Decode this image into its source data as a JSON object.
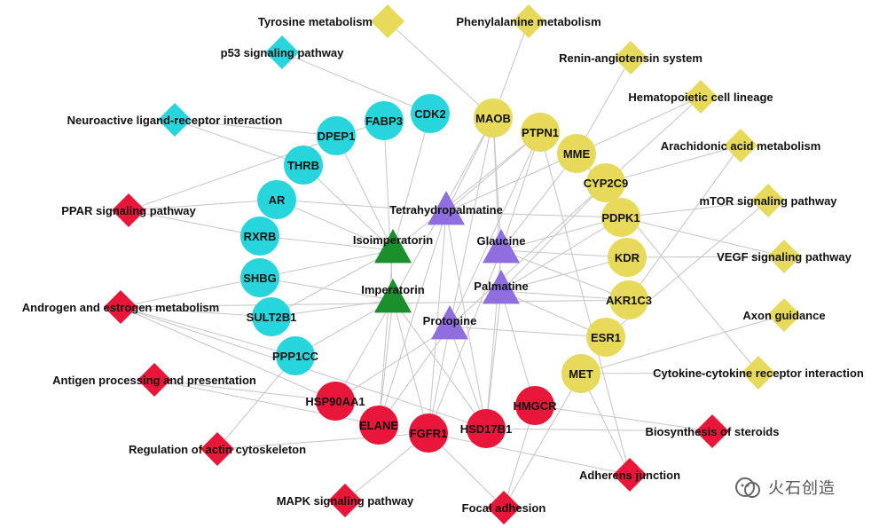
{
  "colors": {
    "compound_green": "#1b8f2b",
    "compound_purple": "#8f6fe0",
    "target_cyan": "#27d6dc",
    "target_yellow": "#e7d95a",
    "target_red": "#e8173a",
    "pathway_cyan": "#27d6dc",
    "pathway_yellow": "#e8d95e",
    "pathway_red": "#e8173a",
    "edge": "#c9c9c9"
  },
  "compounds": [
    {
      "id": "isoimperatorin",
      "label": "Isoimperatorin",
      "color": "green"
    },
    {
      "id": "imperatorin",
      "label": "Imperatorin",
      "color": "green"
    },
    {
      "id": "tetrahydropalmatine",
      "label": "Tetrahydropalmatine",
      "color": "purple"
    },
    {
      "id": "glaucine",
      "label": "Glaucine",
      "color": "purple"
    },
    {
      "id": "palmatine",
      "label": "Palmatine",
      "color": "purple"
    },
    {
      "id": "protopine",
      "label": "Protopine",
      "color": "purple"
    }
  ],
  "targets": [
    {
      "id": "CDK2",
      "label": "CDK2",
      "color": "cyan"
    },
    {
      "id": "FABP3",
      "label": "FABP3",
      "color": "cyan"
    },
    {
      "id": "DPEP1",
      "label": "DPEP1",
      "color": "cyan"
    },
    {
      "id": "THRB",
      "label": "THRB",
      "color": "cyan"
    },
    {
      "id": "AR",
      "label": "AR",
      "color": "cyan"
    },
    {
      "id": "RXRB",
      "label": "RXRB",
      "color": "cyan"
    },
    {
      "id": "SHBG",
      "label": "SHBG",
      "color": "cyan"
    },
    {
      "id": "SULT2B1",
      "label": "SULT2B1",
      "color": "cyan"
    },
    {
      "id": "PPP1CC",
      "label": "PPP1CC",
      "color": "cyan"
    },
    {
      "id": "MAOB",
      "label": "MAOB",
      "color": "yellow"
    },
    {
      "id": "PTPN1",
      "label": "PTPN1",
      "color": "yellow"
    },
    {
      "id": "MME",
      "label": "MME",
      "color": "yellow"
    },
    {
      "id": "CYP2C9",
      "label": "CYP2C9",
      "color": "yellow"
    },
    {
      "id": "PDPK1",
      "label": "PDPK1",
      "color": "yellow"
    },
    {
      "id": "KDR",
      "label": "KDR",
      "color": "yellow"
    },
    {
      "id": "AKR1C3",
      "label": "AKR1C3",
      "color": "yellow"
    },
    {
      "id": "ESR1",
      "label": "ESR1",
      "color": "yellow"
    },
    {
      "id": "MET",
      "label": "MET",
      "color": "yellow"
    },
    {
      "id": "HSP90AA1",
      "label": "HSP90AA1",
      "color": "red"
    },
    {
      "id": "ELANE",
      "label": "ELANE",
      "color": "red"
    },
    {
      "id": "FGFR1",
      "label": "FGFR1",
      "color": "red"
    },
    {
      "id": "HSD17B1",
      "label": "HSD17B1",
      "color": "red"
    },
    {
      "id": "HMGCR",
      "label": "HMGCR",
      "color": "red"
    }
  ],
  "pathways": [
    {
      "id": "p_tyrosine",
      "label": "Tyrosine metabolism",
      "color": "yellow"
    },
    {
      "id": "p_phenylalanine",
      "label": "Phenylalanine metabolism",
      "color": "yellow"
    },
    {
      "id": "p_renin",
      "label": "Renin-angiotensin system",
      "color": "yellow"
    },
    {
      "id": "p_hematopoietic",
      "label": "Hematopoietic cell lineage",
      "color": "yellow"
    },
    {
      "id": "p_arachidonic",
      "label": "Arachidonic acid metabolism",
      "color": "yellow"
    },
    {
      "id": "p_mtor",
      "label": "mTOR signaling pathway",
      "color": "yellow"
    },
    {
      "id": "p_vegf",
      "label": "VEGF signaling pathway",
      "color": "yellow"
    },
    {
      "id": "p_axon",
      "label": "Axon guidance",
      "color": "yellow"
    },
    {
      "id": "p_cytokine",
      "label": "Cytokine-cytokine receptor interaction",
      "color": "yellow"
    },
    {
      "id": "p_p53",
      "label": "p53 signaling pathway",
      "color": "cyan"
    },
    {
      "id": "p_neuro",
      "label": "Neuroactive ligand-receptor interaction",
      "color": "cyan"
    },
    {
      "id": "p_ppar",
      "label": "PPAR signaling pathway",
      "color": "red"
    },
    {
      "id": "p_androgen",
      "label": "Androgen and estrogen metabolism",
      "color": "red"
    },
    {
      "id": "p_antigen",
      "label": "Antigen processing and presentation",
      "color": "red"
    },
    {
      "id": "p_actin",
      "label": "Regulation of actin cytoskeleton",
      "color": "red"
    },
    {
      "id": "p_mapk",
      "label": "MAPK signaling pathway",
      "color": "red"
    },
    {
      "id": "p_focal",
      "label": "Focal adhesion",
      "color": "red"
    },
    {
      "id": "p_adherens",
      "label": "Adherens junction",
      "color": "red"
    },
    {
      "id": "p_steroids",
      "label": "Biosynthesis of steroids",
      "color": "red"
    }
  ],
  "edges": [
    [
      "isoimperatorin",
      "THRB"
    ],
    [
      "isoimperatorin",
      "AR"
    ],
    [
      "isoimperatorin",
      "RXRB"
    ],
    [
      "isoimperatorin",
      "SHBG"
    ],
    [
      "isoimperatorin",
      "DPEP1"
    ],
    [
      "isoimperatorin",
      "CDK2"
    ],
    [
      "isoimperatorin",
      "SULT2B1"
    ],
    [
      "isoimperatorin",
      "ELANE"
    ],
    [
      "isoimperatorin",
      "PTPN1"
    ],
    [
      "imperatorin",
      "SULT2B1"
    ],
    [
      "imperatorin",
      "SHBG"
    ],
    [
      "imperatorin",
      "PPP1CC"
    ],
    [
      "imperatorin",
      "HSP90AA1"
    ],
    [
      "imperatorin",
      "ELANE"
    ],
    [
      "imperatorin",
      "FGFR1"
    ],
    [
      "imperatorin",
      "FABP3"
    ],
    [
      "imperatorin",
      "MAOB"
    ],
    [
      "imperatorin",
      "HSD17B1"
    ],
    [
      "tetrahydropalmatine",
      "MAOB"
    ],
    [
      "tetrahydropalmatine",
      "PTPN1"
    ],
    [
      "tetrahydropalmatine",
      "AR"
    ],
    [
      "tetrahydropalmatine",
      "PDPK1"
    ],
    [
      "tetrahydropalmatine",
      "FGFR1"
    ],
    [
      "tetrahydropalmatine",
      "HSD17B1"
    ],
    [
      "tetrahydropalmatine",
      "MME"
    ],
    [
      "tetrahydropalmatine",
      "ELANE"
    ],
    [
      "glaucine",
      "MAOB"
    ],
    [
      "glaucine",
      "PDPK1"
    ],
    [
      "glaucine",
      "KDR"
    ],
    [
      "glaucine",
      "AKR1C3"
    ],
    [
      "glaucine",
      "MME"
    ],
    [
      "glaucine",
      "HSD17B1"
    ],
    [
      "glaucine",
      "FGFR1"
    ],
    [
      "glaucine",
      "PTPN1"
    ],
    [
      "palmatine",
      "PDPK1"
    ],
    [
      "palmatine",
      "KDR"
    ],
    [
      "palmatine",
      "AKR1C3"
    ],
    [
      "palmatine",
      "CYP2C9"
    ],
    [
      "palmatine",
      "HSD17B1"
    ],
    [
      "palmatine",
      "HMGCR"
    ],
    [
      "palmatine",
      "MAOB"
    ],
    [
      "palmatine",
      "ESR1"
    ],
    [
      "protopine",
      "MAOB"
    ],
    [
      "protopine",
      "ESR1"
    ],
    [
      "protopine",
      "ELANE"
    ],
    [
      "protopine",
      "FGFR1"
    ],
    [
      "protopine",
      "HSP90AA1"
    ],
    [
      "protopine",
      "HSD17B1"
    ],
    [
      "protopine",
      "PTPN1"
    ],
    [
      "protopine",
      "CYP2C9"
    ],
    [
      "CDK2",
      "p_p53"
    ],
    [
      "FABP3",
      "p_ppar"
    ],
    [
      "DPEP1",
      "p_neuro"
    ],
    [
      "THRB",
      "p_neuro"
    ],
    [
      "AR",
      "p_ppar"
    ],
    [
      "RXRB",
      "p_ppar"
    ],
    [
      "SULT2B1",
      "p_androgen"
    ],
    [
      "PPP1CC",
      "p_androgen"
    ],
    [
      "PPP1CC",
      "p_actin"
    ],
    [
      "SHBG",
      "p_androgen"
    ],
    [
      "MAOB",
      "p_tyrosine"
    ],
    [
      "MAOB",
      "p_phenylalanine"
    ],
    [
      "MME",
      "p_renin"
    ],
    [
      "MME",
      "p_hematopoietic"
    ],
    [
      "CYP2C9",
      "p_arachidonic"
    ],
    [
      "PDPK1",
      "p_mtor"
    ],
    [
      "PDPK1",
      "p_vegf"
    ],
    [
      "KDR",
      "p_vegf"
    ],
    [
      "MET",
      "p_axon"
    ],
    [
      "MET",
      "p_cytokine"
    ],
    [
      "MET",
      "p_adherens"
    ],
    [
      "MET",
      "p_focal"
    ],
    [
      "PTPN1",
      "p_adherens"
    ],
    [
      "MME",
      "p_cytokine"
    ],
    [
      "CYP2C9",
      "p_hematopoietic"
    ],
    [
      "AKR1C3",
      "p_arachidonic"
    ],
    [
      "ESR1",
      "p_mtor"
    ],
    [
      "HSP90AA1",
      "p_antigen"
    ],
    [
      "HSD17B1",
      "p_androgen"
    ],
    [
      "HSD17B1",
      "p_steroids"
    ],
    [
      "HMGCR",
      "p_steroids"
    ],
    [
      "FGFR1",
      "p_mapk"
    ],
    [
      "FGFR1",
      "p_focal"
    ],
    [
      "FGFR1",
      "p_adherens"
    ],
    [
      "FGFR1",
      "p_actin"
    ],
    [
      "ELANE",
      "p_antigen"
    ],
    [
      "HMGCR",
      "p_focal"
    ],
    [
      "AKR1C3",
      "p_androgen"
    ],
    [
      "HSP90AA1",
      "p_androgen"
    ]
  ],
  "watermark": {
    "text": "火石创造"
  }
}
